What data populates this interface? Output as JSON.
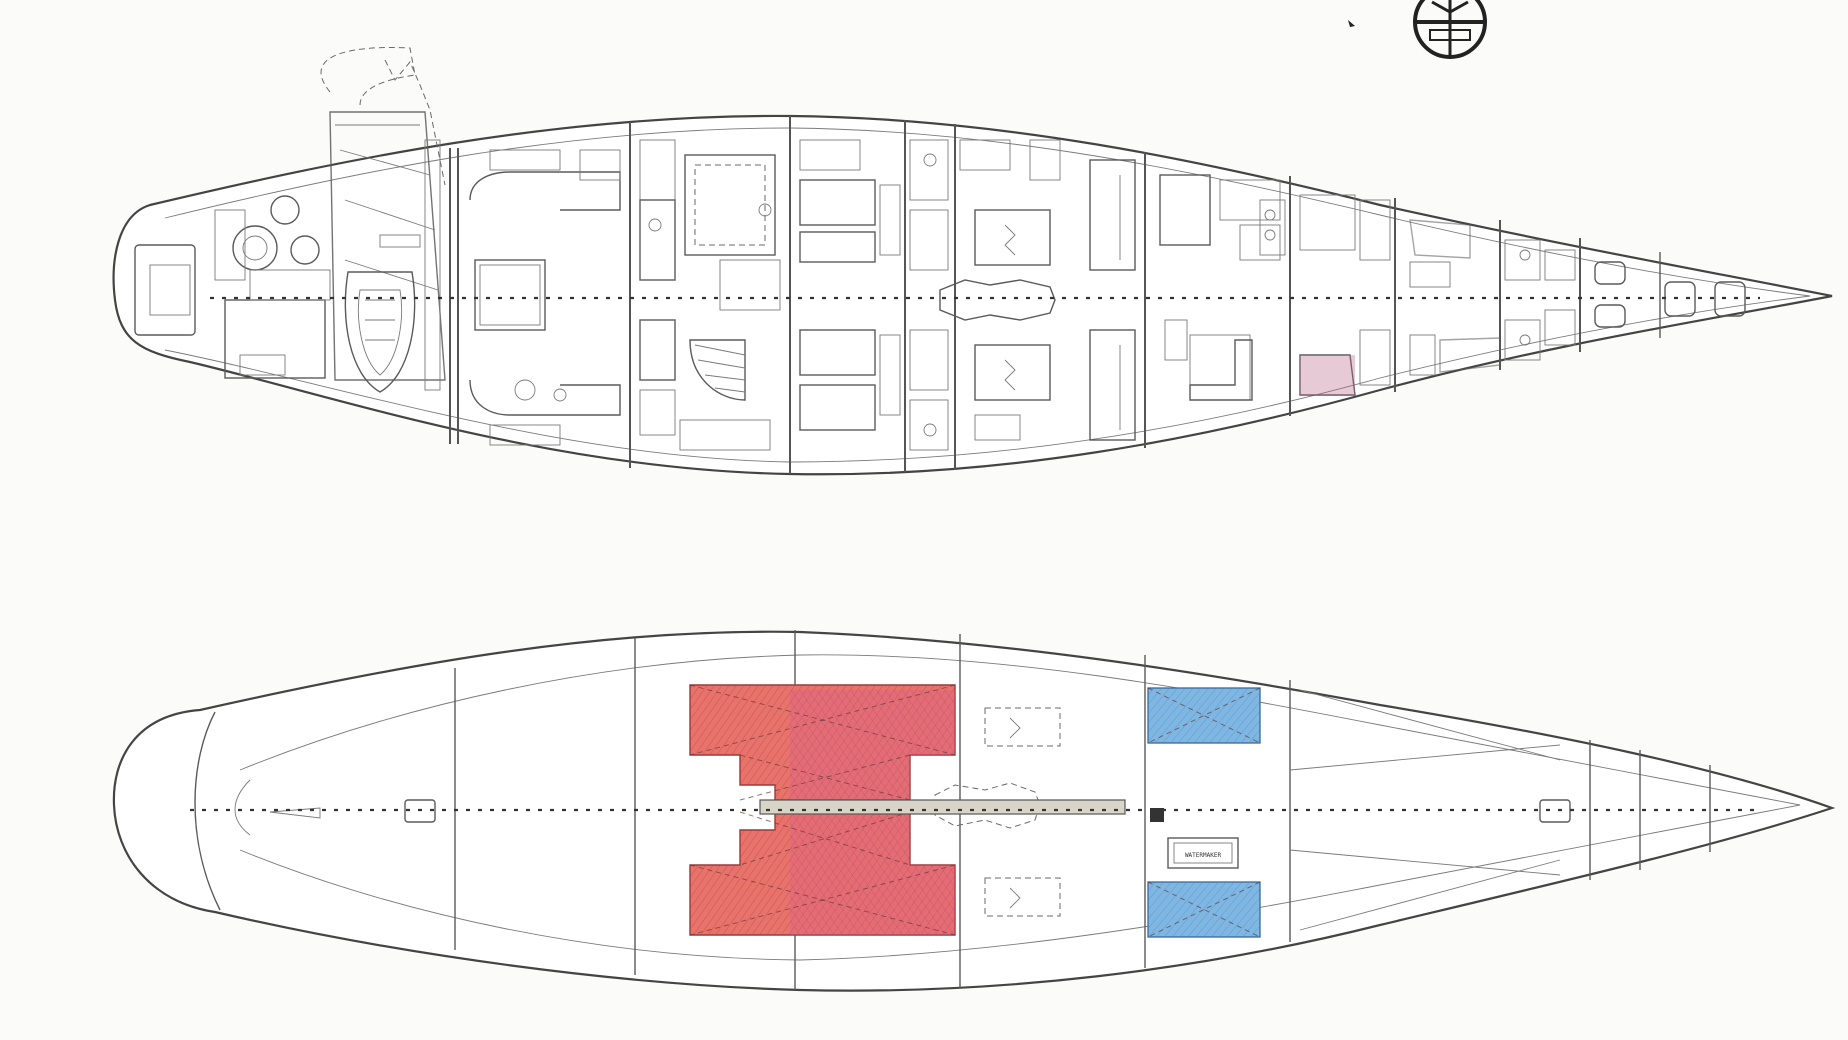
{
  "drawing": {
    "background": "#fbfbfa",
    "line_color": "#555555",
    "upper_view": {
      "name": "accommodation-deck-plan",
      "fills": {
        "aft_cockpit": "#efeee2",
        "guest_bed": "#c9d3e6",
        "crew_bunk": "#b76b8a"
      }
    },
    "lower_view": {
      "name": "tank-deck-plan",
      "fills": {
        "fuel_tanks": "#e8736a",
        "fuel_tanks_overlay": "#d9608a",
        "water_tanks": "#7fb7e2"
      },
      "watermaker_label": "WATERMAKER"
    },
    "compass": {
      "name": "north-arrow-symbol"
    }
  }
}
